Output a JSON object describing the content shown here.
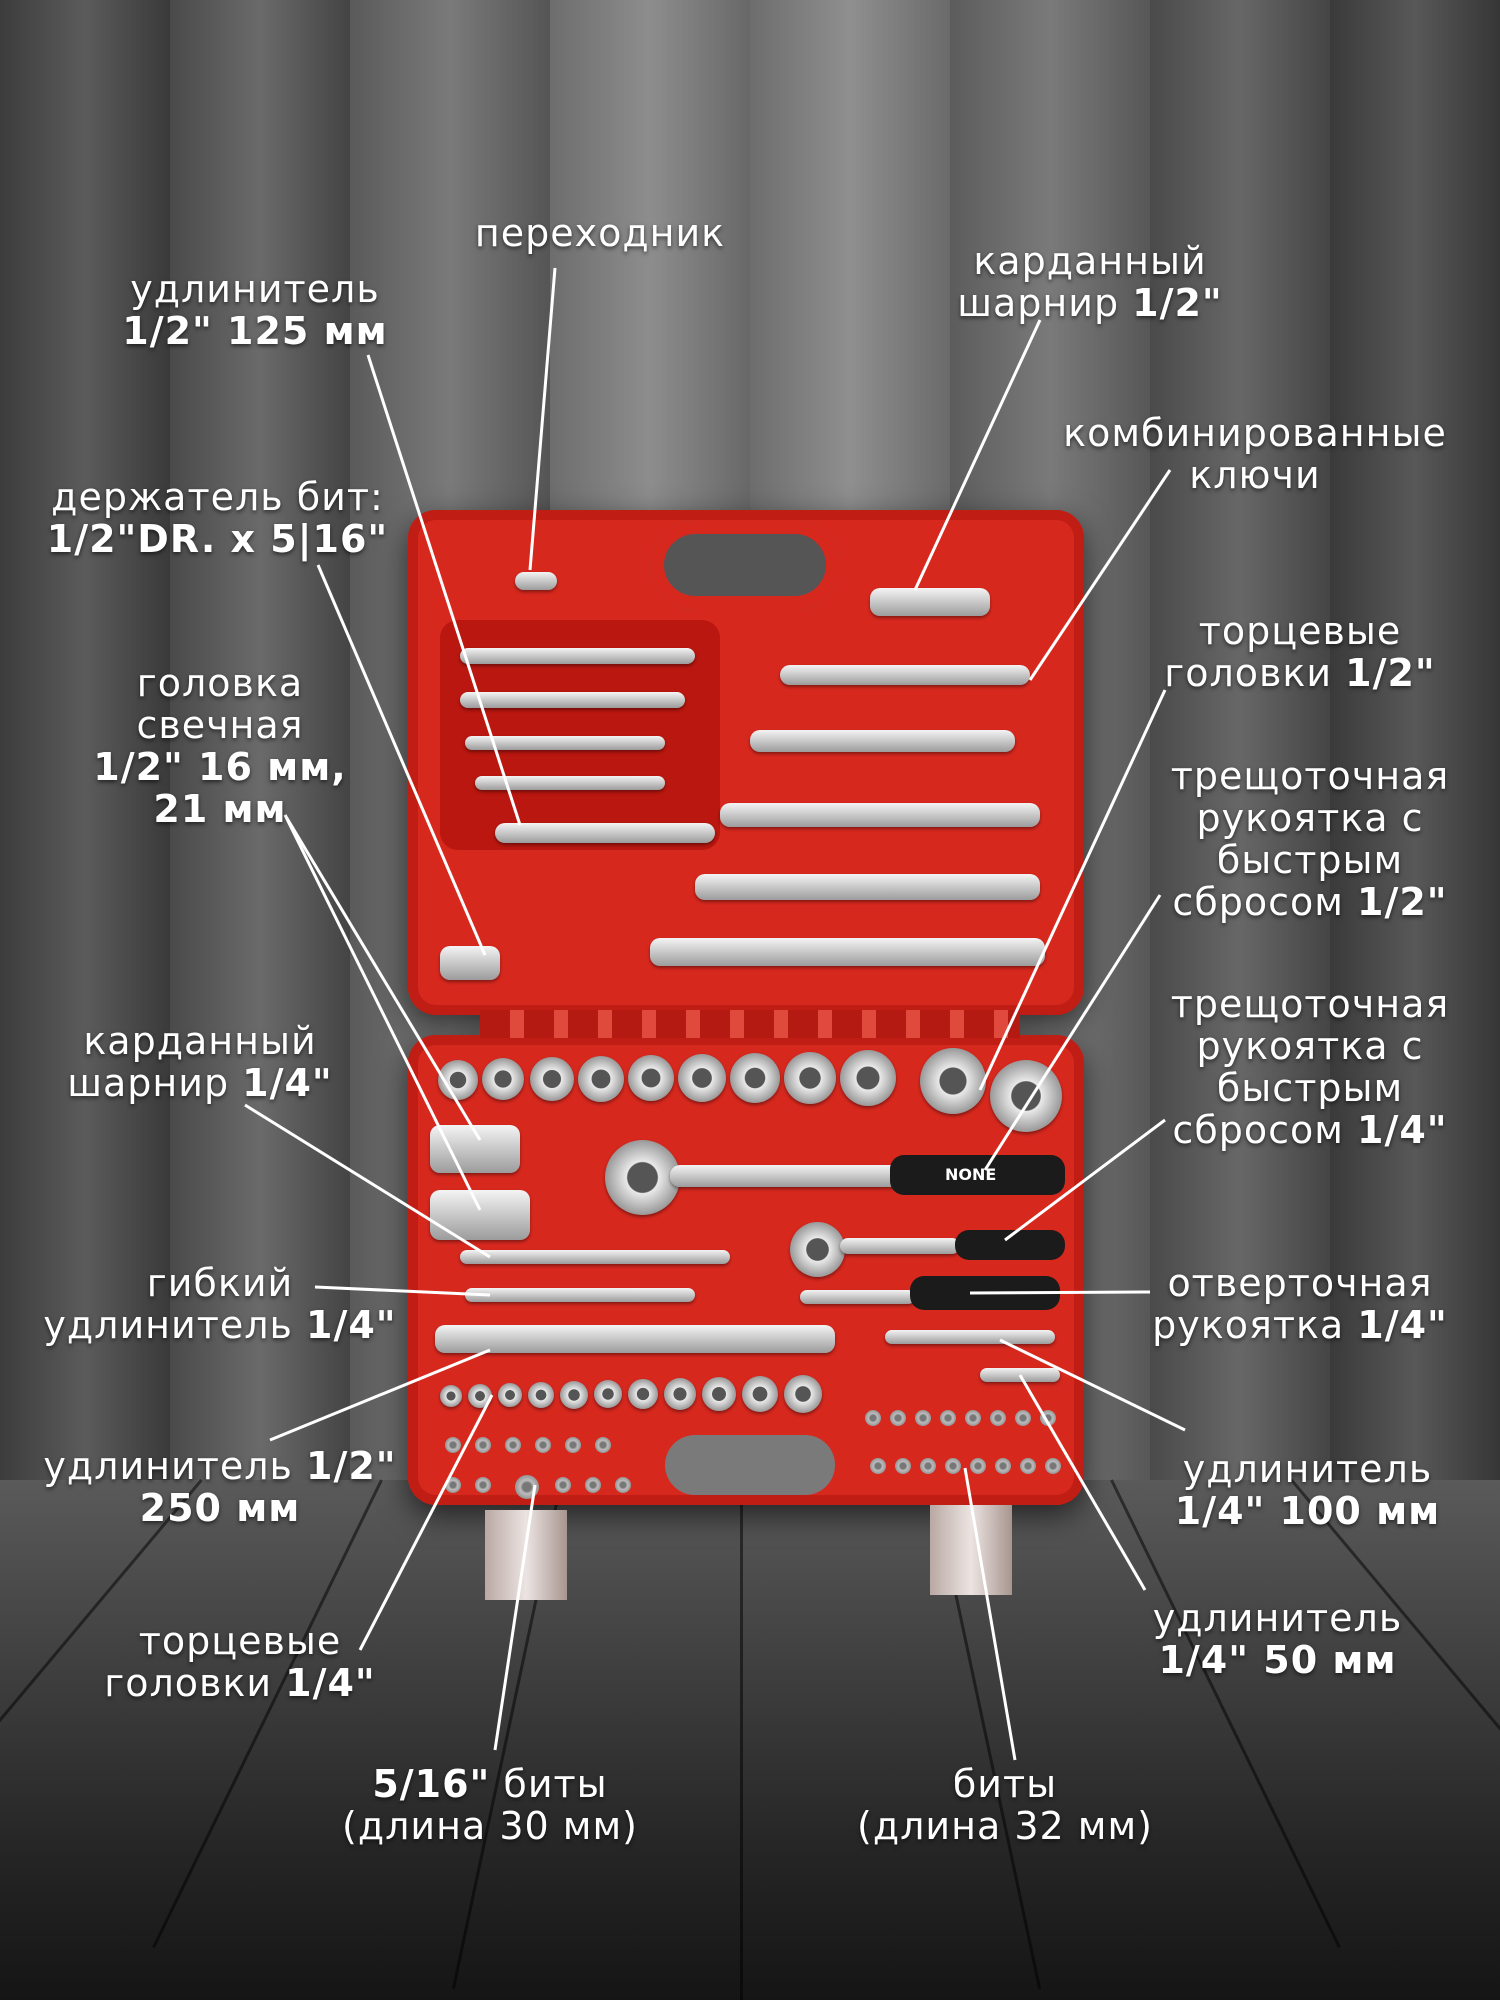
{
  "labels": {
    "adapter": {
      "text": "переходник"
    },
    "cardan_half": {
      "line1": "карданный",
      "line2_pre": "шарнир ",
      "line2_bold": "1/2\""
    },
    "extension_125": {
      "line1": "удлинитель",
      "line2": "1/2\" 125 мм"
    },
    "combo_keys": {
      "line1": "комбинированные",
      "line2": "ключи"
    },
    "bit_holder": {
      "line1": "держатель бит:",
      "line2": "1/2\"DR. х  5|16\""
    },
    "sockets_half": {
      "line1": "торцевые",
      "line2_pre": "головки ",
      "line2_bold": "1/2\""
    },
    "spark_socket": {
      "line1": "головка",
      "line2": "свечная",
      "line3": "1/2\" 16 мм,",
      "line4": "21 мм"
    },
    "ratchet_half": {
      "line1": "трещоточная",
      "line2": "рукоятка с",
      "line3": "быстрым",
      "line4_pre": "сбросом ",
      "line4_bold": "1/2\""
    },
    "cardan_quarter": {
      "line1": "карданный",
      "line2_pre": "шарнир ",
      "line2_bold": "1/4\""
    },
    "ratchet_quarter": {
      "line1": "трещоточная",
      "line2": "рукоятка с",
      "line3": "быстрым",
      "line4_pre": "сбросом ",
      "line4_bold": "1/4\""
    },
    "flex_extension": {
      "line1": "гибкий",
      "line2_pre": "удлинитель ",
      "line2_bold": "1/4\""
    },
    "screwdriver_handle": {
      "line1": "отверточная",
      "line2_pre": "рукоятка ",
      "line2_bold": "1/4\""
    },
    "extension_250": {
      "line1_pre": "удлинитель ",
      "line1_bold": "1/2\"",
      "line2": "250 мм"
    },
    "extension_100": {
      "line1": "удлинитель",
      "line2": "1/4\" 100 мм"
    },
    "extension_50": {
      "line1": "удлинитель",
      "line2": "1/4\" 50 мм"
    },
    "sockets_quarter": {
      "line1": "торцевые",
      "line2_pre": "головки ",
      "line2_bold": "1/4\""
    },
    "bits_516": {
      "line1_bold": "5/16\"",
      "line1_post": " биты",
      "line2": "(длина 30 мм)"
    },
    "bits_32": {
      "line1": "биты",
      "line2": "(длина 32 мм)"
    }
  },
  "brand_badge": "NONE",
  "colors": {
    "case": "#d7281e",
    "text": "#ffffff"
  }
}
